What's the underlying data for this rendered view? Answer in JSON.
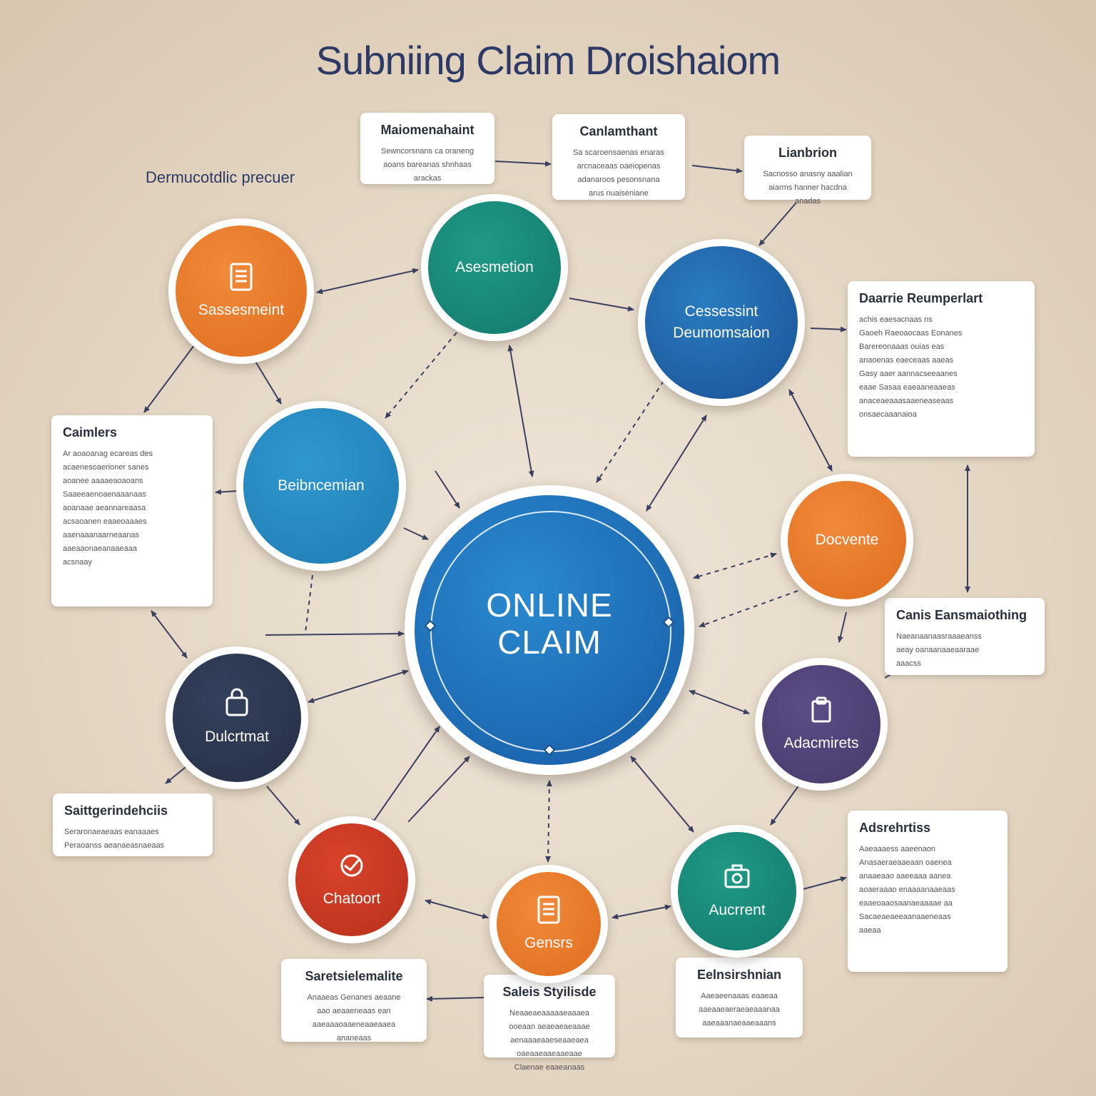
{
  "title": "Subniing Claim Droishaiom",
  "floating_label": "Dermucotdlic precuer",
  "center": {
    "line1": "ONLINE",
    "line2": "CLAIM"
  },
  "nodes": {
    "sassesmeint": "Sassesmeint",
    "asesmetion": "Asesmetion",
    "cessessint": "Cessessint",
    "deumomsaion": "Deumomsaion",
    "beibncemian": "Beibncemian",
    "docvente": "Docvente",
    "dulcrtmat": "Dulcrtmat",
    "adacmirets": "Adacmirets",
    "chatoort": "Chatoort",
    "gensrs": "Gensrs",
    "aucrrent": "Aucrrent"
  },
  "boxes": {
    "top1": {
      "title": "Maiomenahaint",
      "lines": [
        "Sewncorsnans ca oraneng",
        "aoans bareanas shnhaas",
        "arackas"
      ]
    },
    "top2": {
      "title": "Canlamthant",
      "lines": [
        "Sa scaroensaenas enaras",
        "arcnaceaas oaeiopenas",
        "adanaroos pesonsnana",
        "arus nuaiseniane"
      ]
    },
    "top3": {
      "title": "Lianbrion",
      "lines": [
        "Sacnosso anasny aaalian",
        "aiarms hanner hacdna",
        "anadas"
      ]
    },
    "right1": {
      "title": "Daarrie Reumperlart",
      "lines": [
        "achis eaesacnaas ns",
        "Gaoeh Raeoaocaas Eonanes",
        "Barereonaaas ouias eas",
        "anaoenas eaeceaas aaeas",
        "Gasy aaer aannacseeaanes",
        "eaae Sasaa eaeaaneaaeas",
        "anaceaeaaasaaeneaseaas",
        "onsaecaaanaioa"
      ]
    },
    "left1": {
      "title": "Caimlers",
      "lines": [
        "Ar aoaoanag ecareas des",
        "acaenesoaerioner sanes",
        "aoanee aaaaeaoaoans",
        "Saaeeaenoaenaaanaas",
        "aoanaae aeannareaasa",
        "acsaoanen eaaeoaaaes",
        "aaenaaanaarneaanas",
        "aaeaaonaeanaaeaaa",
        "acsnaay"
      ]
    },
    "right2": {
      "title": "Canis Eansmaiothing",
      "lines": [
        "Naeanaanaasraaaeanss",
        "aeay oanaanaaeaaraae",
        "aaacss"
      ]
    },
    "left2": {
      "title": "Saittgerindehciis",
      "lines": [
        "Seraronaeaeaas eanaaaes",
        "Peraoanss aeanaeasnaeaas"
      ]
    },
    "right3": {
      "title": "Adsrehrtiss",
      "lines": [
        "Aaeaaaess aaeenaon",
        "Anasaeraeaaeaan oaenea",
        "anaaeaao aaeeaaa aanea",
        "aoaeraaao enaaaanaaeaas",
        "eaaeoaaosaanaeaaaae aa",
        "Sacaeaeaeeaanaaeneaas",
        "aaeaa"
      ]
    },
    "bottom1": {
      "title": "Saretsielemalite",
      "lines": [
        "Anaaeas Genanes aeaane",
        "aao aeaaeneaas ean",
        "aaeaaaoaaeneaaeaaea",
        "ananeaas"
      ]
    },
    "bottom2": {
      "title": "Saleis Styilisde",
      "lines": [
        "Neaaeaeaaaaaeaaaea",
        "ooeaan aeaeaeaeaaae",
        "aenaaaeaaeseaaeaea",
        "oaeaaeaaeaaeaae",
        "Claenae eaaeanaas"
      ]
    },
    "bottom3": {
      "title": "Eelnsirshnian",
      "lines": [
        "Aaeaeenaaas eaaeaa",
        "aaeaaeaeraeaeaaanaa",
        "aaeaaanaeaaeaaans"
      ]
    }
  },
  "colors": {
    "title": "#2e3a66",
    "orange": "#e8782b",
    "teal": "#178a78",
    "blue": "#1f64ab",
    "light_blue": "#2a8ac3",
    "navy": "#2c3850",
    "purple": "#514378",
    "red": "#c83a24",
    "arrow": "#3a4060"
  }
}
